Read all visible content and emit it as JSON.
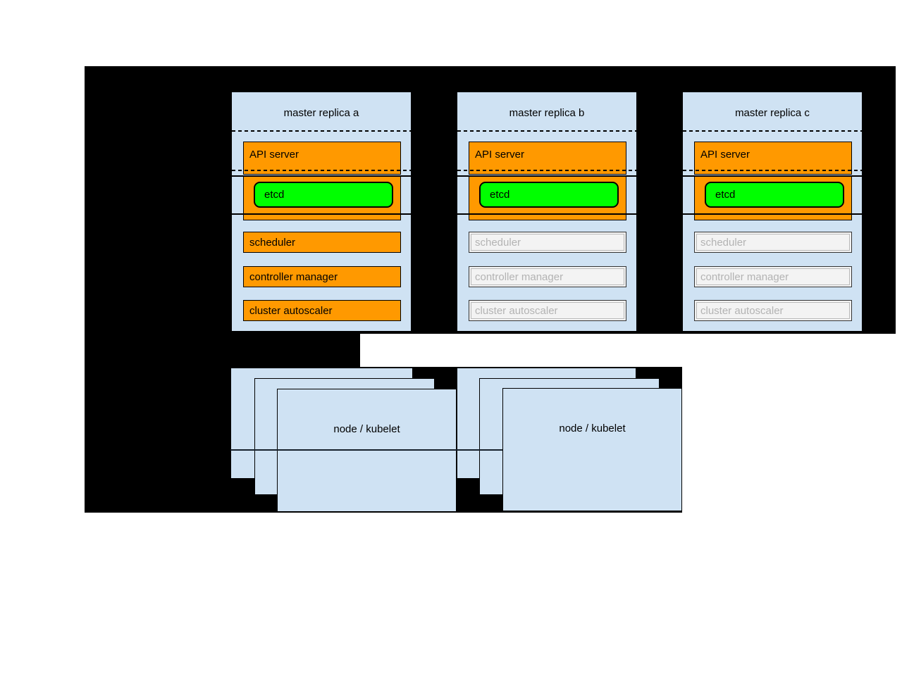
{
  "colors": {
    "canvas": "#000000",
    "panel-blue": "#cfe2f3",
    "active-orange": "#ff9900",
    "etcd-green": "#00ff00",
    "disabled-fill": "#f3f3f3",
    "disabled-text": "#b3b3b3",
    "line-dark": "#16202b"
  },
  "masters": [
    {
      "title": "master replica a",
      "api_server": "API server",
      "etcd": "etcd",
      "components": [
        {
          "label": "scheduler",
          "active": true
        },
        {
          "label": "controller manager",
          "active": true
        },
        {
          "label": "cluster autoscaler",
          "active": true
        }
      ]
    },
    {
      "title": "master replica b",
      "api_server": "API server",
      "etcd": "etcd",
      "components": [
        {
          "label": "scheduler",
          "active": false
        },
        {
          "label": "controller manager",
          "active": false
        },
        {
          "label": "cluster autoscaler",
          "active": false
        }
      ]
    },
    {
      "title": "master replica c",
      "api_server": "API server",
      "etcd": "etcd",
      "components": [
        {
          "label": "scheduler",
          "active": false
        },
        {
          "label": "controller manager",
          "active": false
        },
        {
          "label": "cluster autoscaler",
          "active": false
        }
      ]
    }
  ],
  "node_stacks": [
    {
      "label": "node / kubelet"
    },
    {
      "label": "node / kubelet"
    }
  ]
}
